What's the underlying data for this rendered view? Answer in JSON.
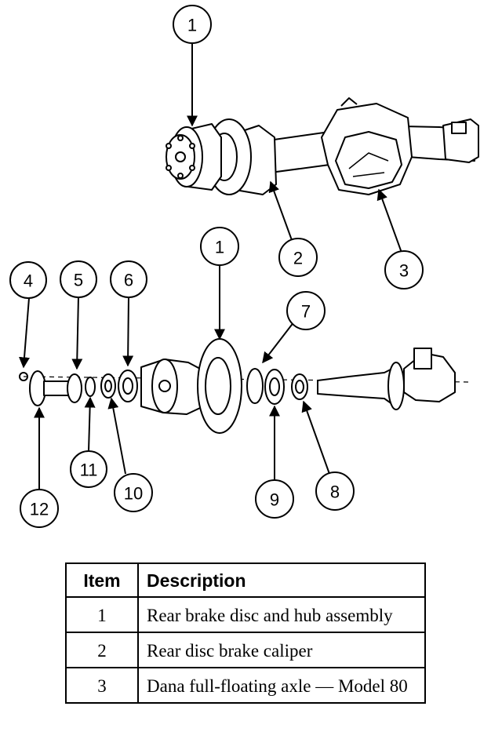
{
  "callouts": {
    "c1a": "1",
    "c1b": "1",
    "c2": "2",
    "c3": "3",
    "c4": "4",
    "c5": "5",
    "c6": "6",
    "c7": "7",
    "c8": "8",
    "c9": "9",
    "c10": "10",
    "c11": "11",
    "c12": "12"
  },
  "table": {
    "headers": [
      "Item",
      "Description"
    ],
    "rows": [
      {
        "item": "1",
        "description": "Rear brake disc and hub assembly"
      },
      {
        "item": "2",
        "description": "Rear disc brake caliper"
      },
      {
        "item": "3",
        "description": "Dana full-floating axle — Model 80"
      }
    ]
  }
}
